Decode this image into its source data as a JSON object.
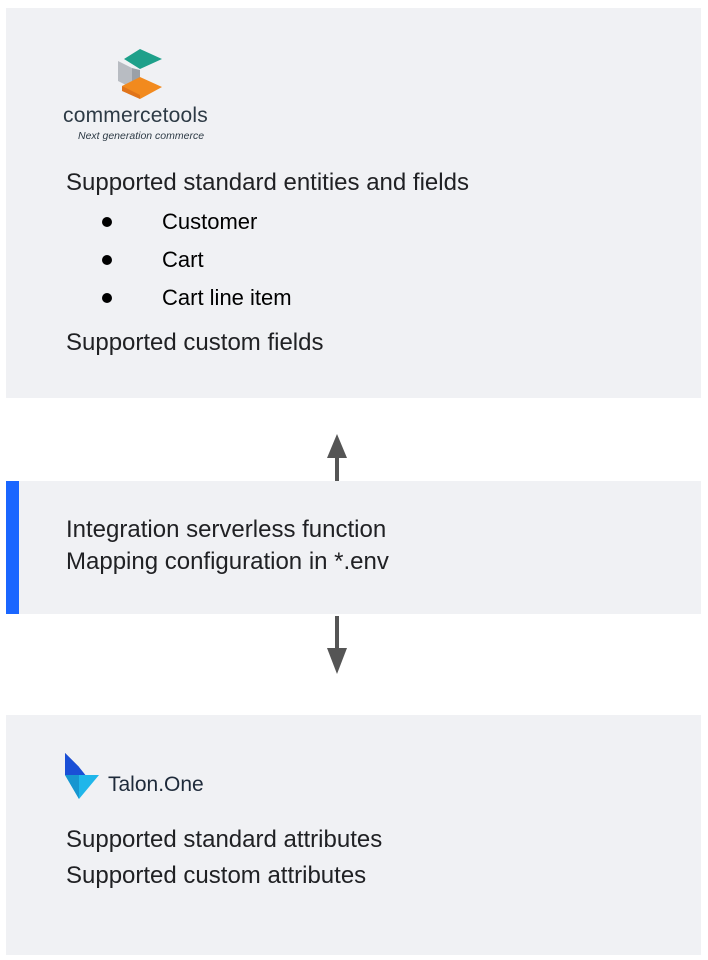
{
  "commercetools": {
    "brand": "commercetools",
    "tagline": "Next generation commerce",
    "heading": "Supported standard entities and fields",
    "entities": [
      "Customer",
      "Cart",
      "Cart line item"
    ],
    "custom_fields": "Supported custom fields"
  },
  "integration": {
    "line1": "Integration serverless function",
    "line2": "Mapping configuration in *.env"
  },
  "talon_one": {
    "brand": "Talon.One",
    "standard_attributes": "Supported standard attributes",
    "custom_attributes": "Supported custom attributes"
  },
  "colors": {
    "panel_bg": "#f0f1f4",
    "accent": "#1a66ff",
    "arrow": "#555555",
    "ct_teal": "#1ea08a",
    "ct_orange": "#f28a1e",
    "t1_blue": "#1a4fd6",
    "t1_cyan": "#1fb6ea"
  },
  "icons": [
    "commercetools-logo-icon",
    "talon-one-logo-icon",
    "arrow-up-icon",
    "arrow-down-icon"
  ]
}
